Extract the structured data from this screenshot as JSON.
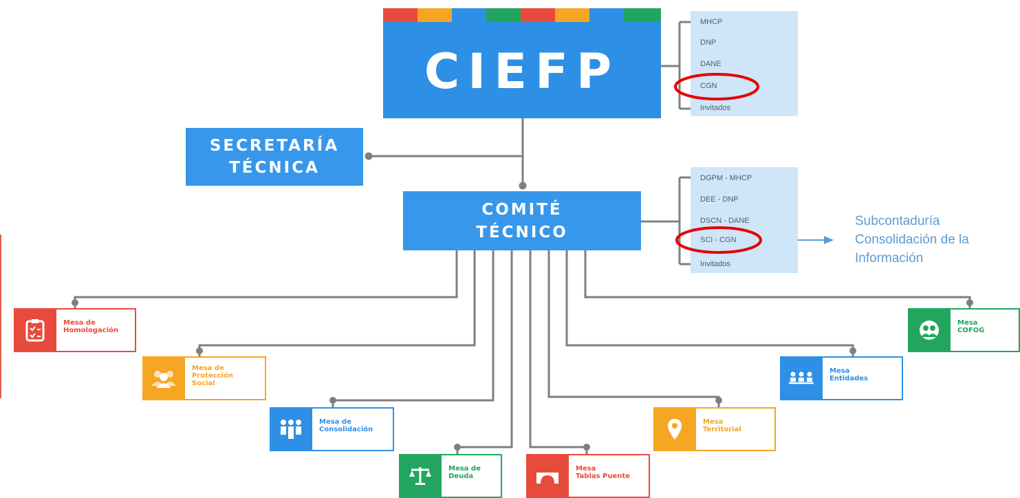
{
  "ciefp": {
    "title": "CIEFP",
    "stripe_colors": [
      "#e84b3c",
      "#f5a623",
      "#2d8fe6",
      "#22a65f",
      "#e84b3c",
      "#f5a623",
      "#2d8fe6",
      "#22a65f"
    ],
    "members": [
      "MHCP",
      "DNP",
      "DANE",
      "CGN",
      "Invitados"
    ]
  },
  "secretaria": {
    "line1": "SECRETARÍA",
    "line2": "TÉCNICA"
  },
  "comite": {
    "line1": "COMITÉ",
    "line2": "TÉCNICO",
    "members": [
      "DGPM - MHCP",
      "DEE - DNP",
      "DSCN - DANE",
      "SCI - CGN",
      "Invitados"
    ]
  },
  "note": {
    "lines": [
      "Subcontaduría",
      "Consolidación de la",
      "Información"
    ]
  },
  "mesas": [
    {
      "lines": [
        "Mesa de",
        "Homologación"
      ],
      "color": "#e84b3c",
      "icon": "clipboard-icon"
    },
    {
      "lines": [
        "Mesa de",
        "Protección",
        "Social"
      ],
      "color": "#f5a623",
      "icon": "people-group-icon"
    },
    {
      "lines": [
        "Mesa de",
        "Consolidación"
      ],
      "color": "#2d8fe6",
      "icon": "team-icon"
    },
    {
      "lines": [
        "Mesa de",
        "Deuda"
      ],
      "color": "#22a65f",
      "icon": "scales-icon"
    },
    {
      "lines": [
        "Mesa",
        "Tablas Puente"
      ],
      "color": "#e84b3c",
      "icon": "bridge-icon"
    },
    {
      "lines": [
        "Mesa",
        "Territorial"
      ],
      "color": "#f5a623",
      "icon": "location-pin-icon"
    },
    {
      "lines": [
        "Mesa",
        "Entidades"
      ],
      "color": "#2d8fe6",
      "icon": "network-icon"
    },
    {
      "lines": [
        "Mesa",
        "COFOG"
      ],
      "color": "#22a65f",
      "icon": "people-circle-icon"
    }
  ],
  "highlight_color": "#e60000",
  "connector_color": "#7f7f7f",
  "note_color": "#5b9bd5"
}
